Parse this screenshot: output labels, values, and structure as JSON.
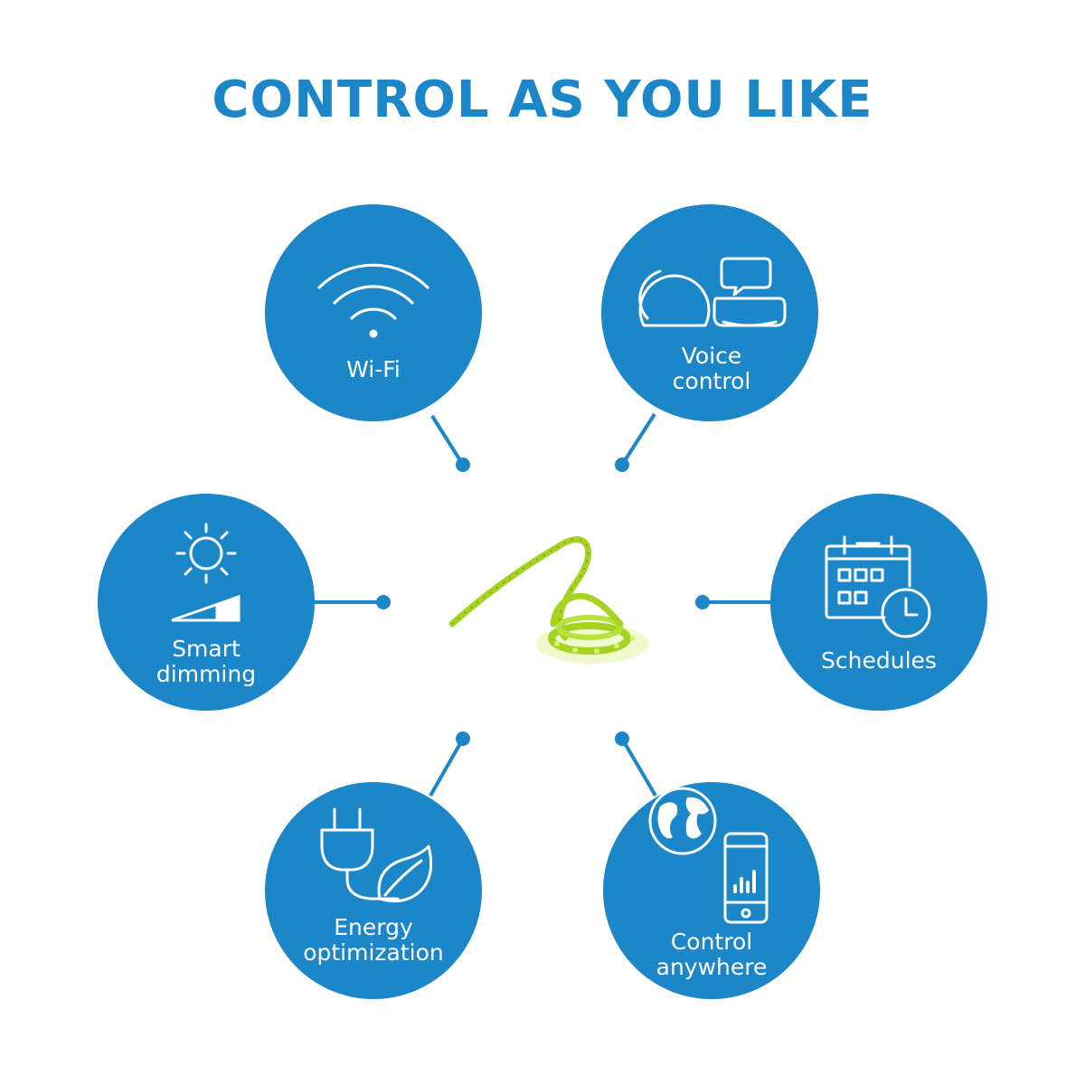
{
  "title": "CONTROL AS YOU LIKE",
  "colors": {
    "accent": "#1b86c8",
    "circle": "#1b86c8",
    "icon_stroke": "#ffffff",
    "led_strip": "#a6d321"
  },
  "center": {
    "image": "led-light-strip"
  },
  "features": [
    {
      "id": "wifi",
      "icon": "wifi-icon",
      "lines": [
        "Wi-Fi"
      ]
    },
    {
      "id": "voice",
      "icon": "smart-speaker-icon",
      "lines": [
        "Voice",
        "control"
      ]
    },
    {
      "id": "dimming",
      "icon": "sun-dimmer-icon",
      "lines": [
        "Smart",
        "dimming"
      ]
    },
    {
      "id": "schedules",
      "icon": "calendar-clock-icon",
      "lines": [
        "Schedules"
      ]
    },
    {
      "id": "energy",
      "icon": "plug-leaf-icon",
      "lines": [
        "Energy",
        "optimization"
      ]
    },
    {
      "id": "anywhere",
      "icon": "globe-phone-icon",
      "lines": [
        "Control",
        "anywhere"
      ]
    }
  ]
}
